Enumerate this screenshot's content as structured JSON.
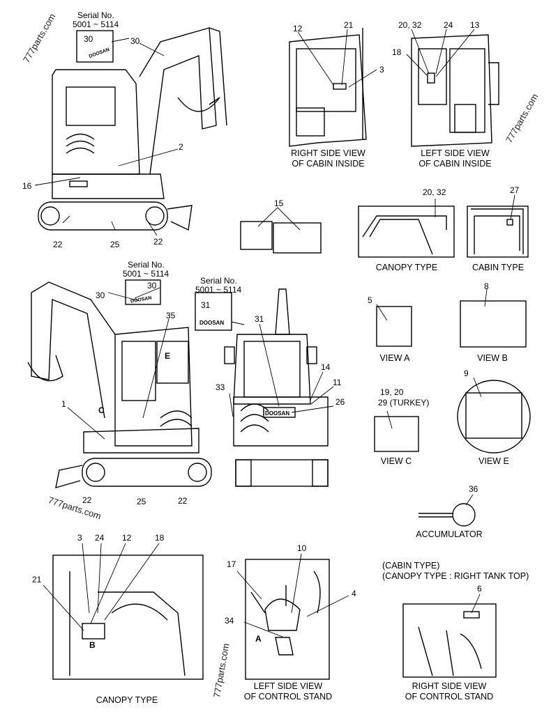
{
  "serial_notes": {
    "top_left": {
      "line1": "Serial No.",
      "line2": "5001 ~ 5114",
      "num": "30"
    },
    "mid_left": {
      "line1": "Serial No.",
      "line2": "5001 ~ 5114",
      "num": "30"
    },
    "mid_center": {
      "line1": "Serial No.",
      "line2": "5001 ~ 5114",
      "num": "31"
    }
  },
  "brand_text": "DOOSAN",
  "watermark": "777parts.com",
  "callouts": {
    "c30a": "30",
    "c2": "2",
    "c16": "16",
    "c22a": "22",
    "c25a": "25",
    "c22b": "22",
    "c12a": "12",
    "c21a": "21",
    "c3a": "3",
    "c2032a": "20, 32",
    "c24a": "24",
    "c13": "13",
    "c18a": "18",
    "c15": "15",
    "c2032b": "20, 32",
    "c27": "27",
    "c30b": "30",
    "c35": "35",
    "cE": "E",
    "c1": "1",
    "cC": "C",
    "c22c": "22",
    "c25b": "25",
    "c22d": "22",
    "c31": "31",
    "c14": "14",
    "c11": "11",
    "c33": "33",
    "c26": "26",
    "c5": "5",
    "c8": "8",
    "c1920": "19, 20",
    "c29": "29 (TURKEY)",
    "c9": "9",
    "c36": "36",
    "c3b": "3",
    "c24b": "24",
    "c12b": "12",
    "c18b": "18",
    "c21b": "21",
    "cB": "B",
    "c17": "17",
    "c10": "10",
    "c4": "4",
    "c34": "34",
    "cA": "A",
    "c6": "6"
  },
  "captions": {
    "right_side_cabin": {
      "l1": "RIGHT SIDE VIEW",
      "l2": "OF CABIN INSIDE"
    },
    "left_side_cabin": {
      "l1": "LEFT SIDE VIEW",
      "l2": "OF CABIN INSIDE"
    },
    "canopy_type_top": "CANOPY TYPE",
    "cabin_type": "CABIN TYPE",
    "view_a": "VIEW   A",
    "view_b": "VIEW   B",
    "view_c": "VIEW   C",
    "view_e": "VIEW   E",
    "accumulator": "ACCUMULATOR",
    "canopy_type_bottom": "CANOPY TYPE",
    "left_control": {
      "l1": "LEFT SIDE VIEW",
      "l2": "OF CONTROL STAND"
    },
    "right_control": {
      "l1": "RIGHT SIDE VIEW",
      "l2": "OF CONTROL STAND"
    },
    "cabin_note": {
      "l1": "(CABIN TYPE)",
      "l2": "(CANOPY TYPE : RIGHT TANK TOP)"
    }
  }
}
